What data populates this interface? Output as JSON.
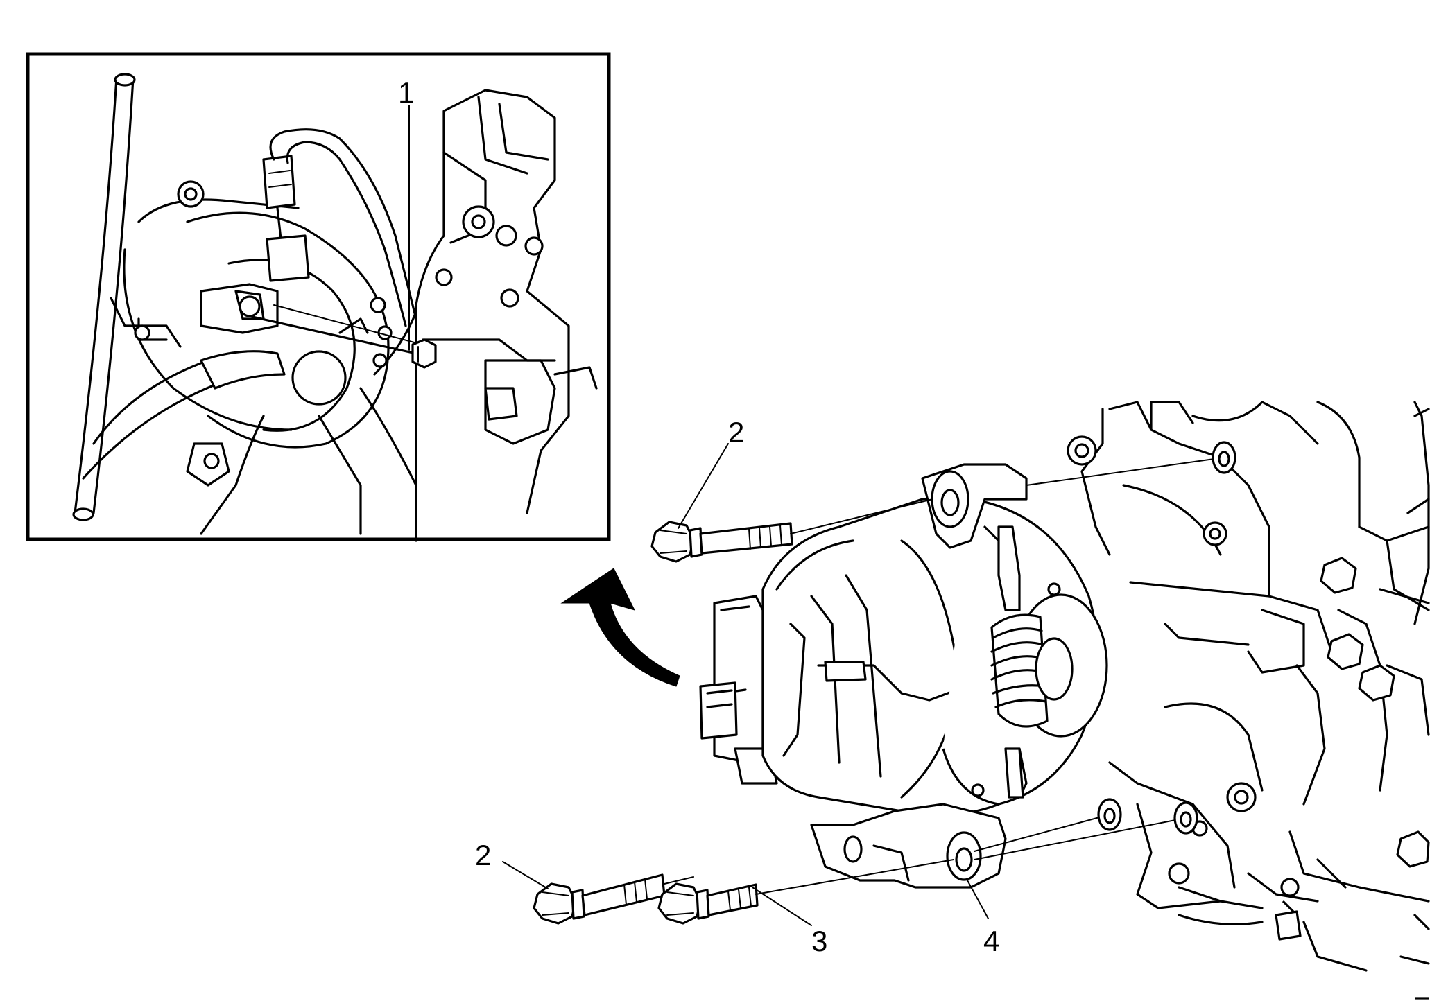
{
  "callouts": {
    "c1": "1",
    "c2a": "2",
    "c2b": "2",
    "c3": "3",
    "c4": "4"
  }
}
